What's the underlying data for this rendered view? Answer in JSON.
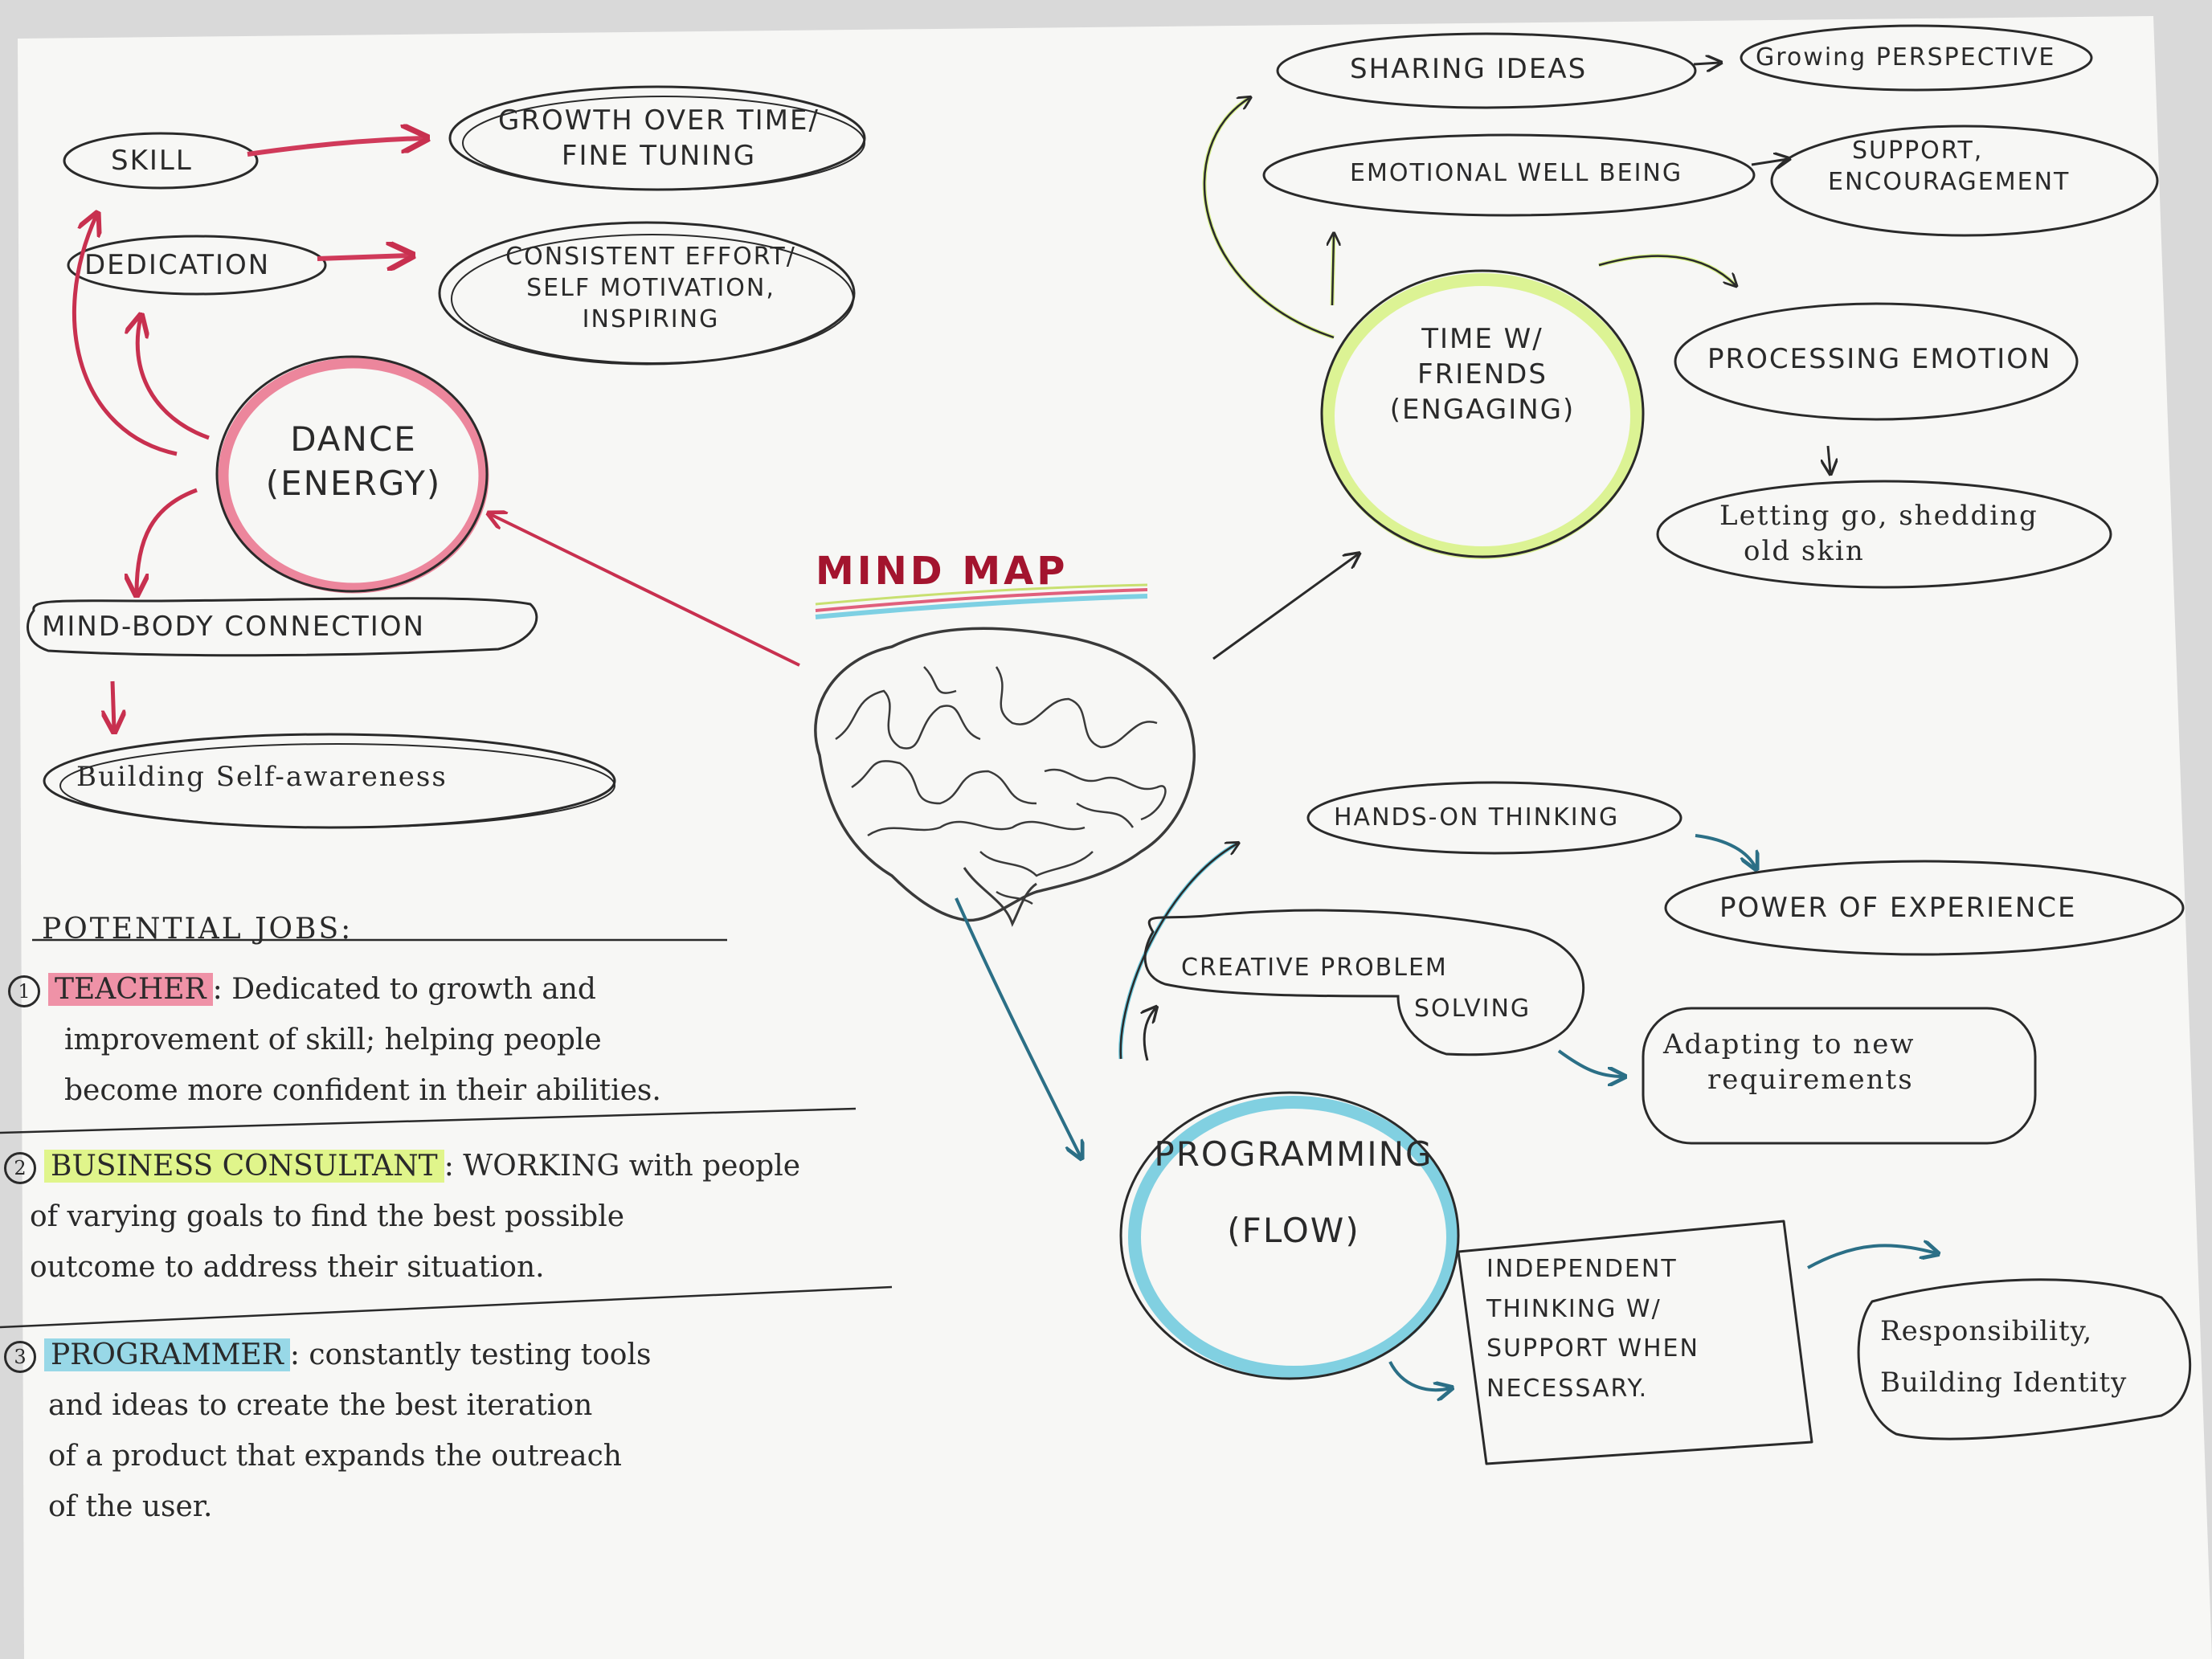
{
  "title": "MIND MAP",
  "colors": {
    "ink": "#2a2a2a",
    "paper": "#f7f7f5",
    "dance_accent": "#e0607c",
    "friends_accent": "#d8f28a",
    "programming_accent": "#6cc9dd"
  },
  "icons": {
    "brain": "brain-sketch-icon"
  },
  "hubs": {
    "dance": {
      "line1": "DANCE",
      "line2": "(ENERGY)"
    },
    "friends": {
      "line1": "TIME W/",
      "line2": "FRIENDS",
      "line3": "(ENGAGING)"
    },
    "programming": {
      "line1": "PROGRAMMING",
      "line2": "(FLOW)"
    }
  },
  "dance_nodes": {
    "skill": "SKILL",
    "growth": {
      "line1": "GROWTH OVER TIME/",
      "line2": "FINE TUNING"
    },
    "dedication": "DEDICATION",
    "effort": {
      "line1": "CONSISTENT EFFORT/",
      "line2": "SELF MOTIVATION,",
      "line3": "INSPIRING"
    },
    "mind_body": "MIND-BODY CONNECTION",
    "self_awareness": "Building Self-awareness"
  },
  "friends_nodes": {
    "sharing": "SHARING IDEAS",
    "perspective": "Growing PERSPECTIVE",
    "wellbeing": "EMOTIONAL WELL BEING",
    "support": {
      "line1": "SUPPORT,",
      "line2": "ENCOURAGEMENT"
    },
    "processing": "PROCESSING EMOTION",
    "letting_go": {
      "line1": "Letting go, shedding",
      "line2": "old skin"
    }
  },
  "programming_nodes": {
    "hands_on": "HANDS-ON THINKING",
    "experience": "POWER OF EXPERIENCE",
    "creative": {
      "line1": "CREATIVE PROBLEM",
      "line2": "SOLVING"
    },
    "adapting": {
      "line1": "Adapting to new",
      "line2": "requirements"
    },
    "independent": {
      "line1": "INDEPENDENT",
      "line2": "THINKING W/",
      "line3": "SUPPORT WHEN",
      "line4": "NECESSARY."
    },
    "responsibility": {
      "line1": "Responsibility,",
      "line2": "Building Identity"
    }
  },
  "jobs": {
    "heading": "POTENTIAL JOBS:",
    "items": [
      {
        "num": "1",
        "title": "TEACHER",
        "lines": [
          ": Dedicated to growth and",
          "improvement of skill; helping people",
          "become more confident in their abilities."
        ]
      },
      {
        "num": "2",
        "title": "BUSINESS CONSULTANT",
        "lines": [
          ": WORKING with people",
          "of varying goals to find the best possible",
          "outcome to address their situation."
        ]
      },
      {
        "num": "3",
        "title": "PROGRAMMER",
        "lines": [
          ": constantly testing tools",
          "and ideas to create the best iteration",
          "of a product that expands the outreach",
          "of the user."
        ]
      }
    ]
  }
}
